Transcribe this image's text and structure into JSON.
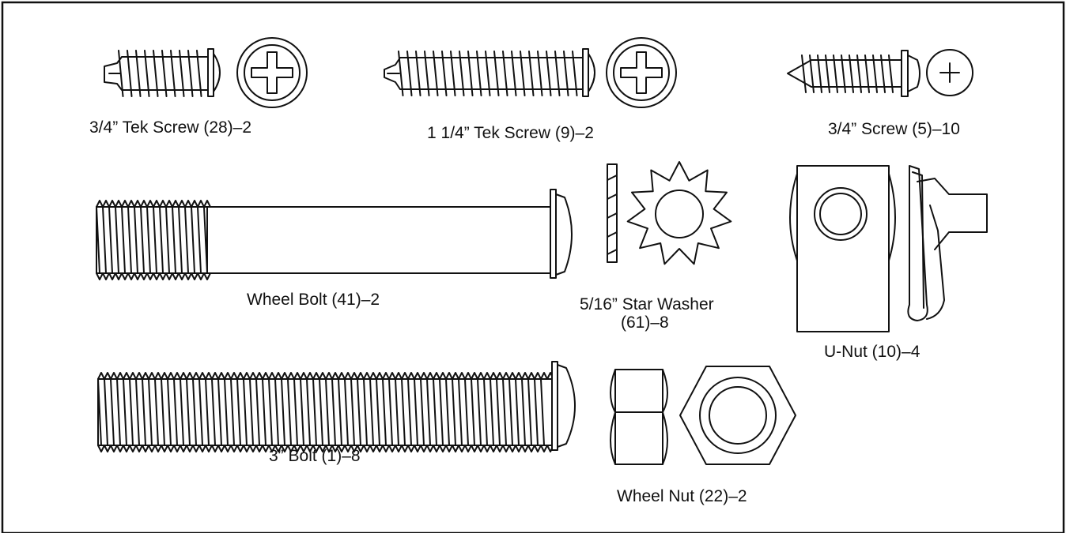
{
  "parts": [
    {
      "id": "tek-screw-3-4",
      "label": "3/4” Tek Screw (28)–2"
    },
    {
      "id": "tek-screw-1-1-4",
      "label": "1 1/4” Tek Screw (9)–2"
    },
    {
      "id": "screw-3-4",
      "label": "3/4” Screw (5)–10"
    },
    {
      "id": "wheel-bolt",
      "label": "Wheel Bolt (41)–2"
    },
    {
      "id": "star-washer",
      "label_line1": "5/16” Star Washer",
      "label_line2": "(61)–8"
    },
    {
      "id": "u-nut",
      "label": "U-Nut (10)–4"
    },
    {
      "id": "bolt-3",
      "label": "3” Bolt (1)–8"
    },
    {
      "id": "wheel-nut",
      "label": "Wheel Nut (22)–2"
    }
  ]
}
